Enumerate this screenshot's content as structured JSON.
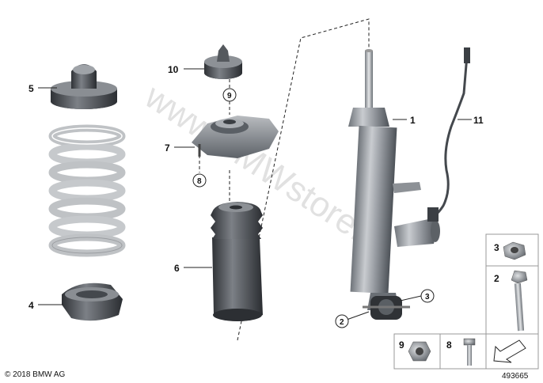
{
  "diagram": {
    "callouts": {
      "c1": "1",
      "c2": "2",
      "c3": "3",
      "c4": "4",
      "c5": "5",
      "c6": "6",
      "c7": "7",
      "c8": "8",
      "c9": "9",
      "c10": "10",
      "c11": "11"
    },
    "legend": {
      "item3": "3",
      "item2": "2",
      "item9": "9",
      "item8": "8"
    },
    "watermark": "www.BMWstore.pl",
    "copyright": "© 2018 BMW AG",
    "diagram_number": "493665"
  }
}
